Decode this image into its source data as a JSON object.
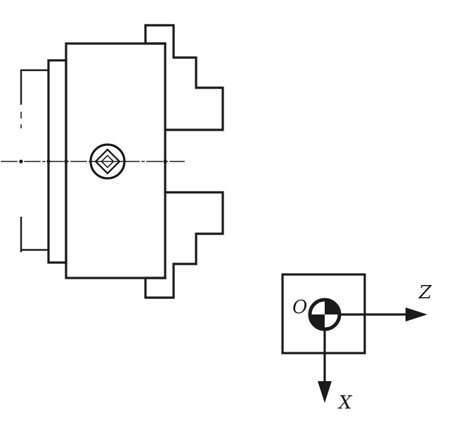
{
  "coordinate_system": {
    "origin_label": "O",
    "z_axis_label": "Z",
    "x_axis_label": "X"
  },
  "colors": {
    "line": "#1a1a1a",
    "background": "#ffffff"
  }
}
